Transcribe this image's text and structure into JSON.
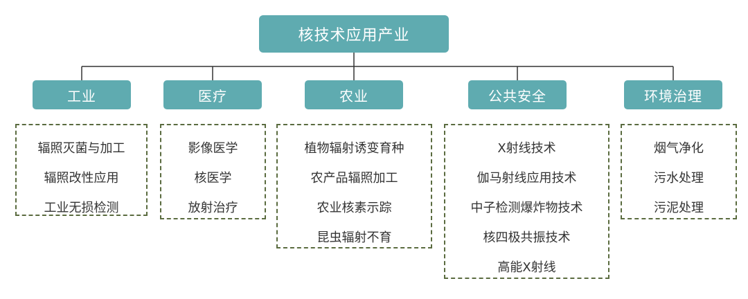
{
  "root": {
    "label": "核技术应用产业"
  },
  "categories": [
    {
      "label": "工业",
      "items": [
        "辐照灭菌与加工",
        "辐照改性应用",
        "工业无损检测"
      ]
    },
    {
      "label": "医疗",
      "items": [
        "影像医学",
        "核医学",
        "放射治疗"
      ]
    },
    {
      "label": "农业",
      "items": [
        "植物辐射诱变育种",
        "农产品辐照加工",
        "农业核素示踪",
        "昆虫辐射不育"
      ]
    },
    {
      "label": "公共安全",
      "items": [
        "X射线技术",
        "伽马射线应用技术",
        "中子检测爆炸物技术",
        "核四极共振技术",
        "高能X射线"
      ]
    },
    {
      "label": "环境治理",
      "items": [
        "烟气净化",
        "污水处理",
        "污泥处理"
      ]
    }
  ],
  "colors": {
    "box_fill": "#5fabb0",
    "box_text": "#ffffff",
    "connector": "#333333",
    "dashed_border": "#5a6b3f",
    "item_text": "#333333"
  }
}
